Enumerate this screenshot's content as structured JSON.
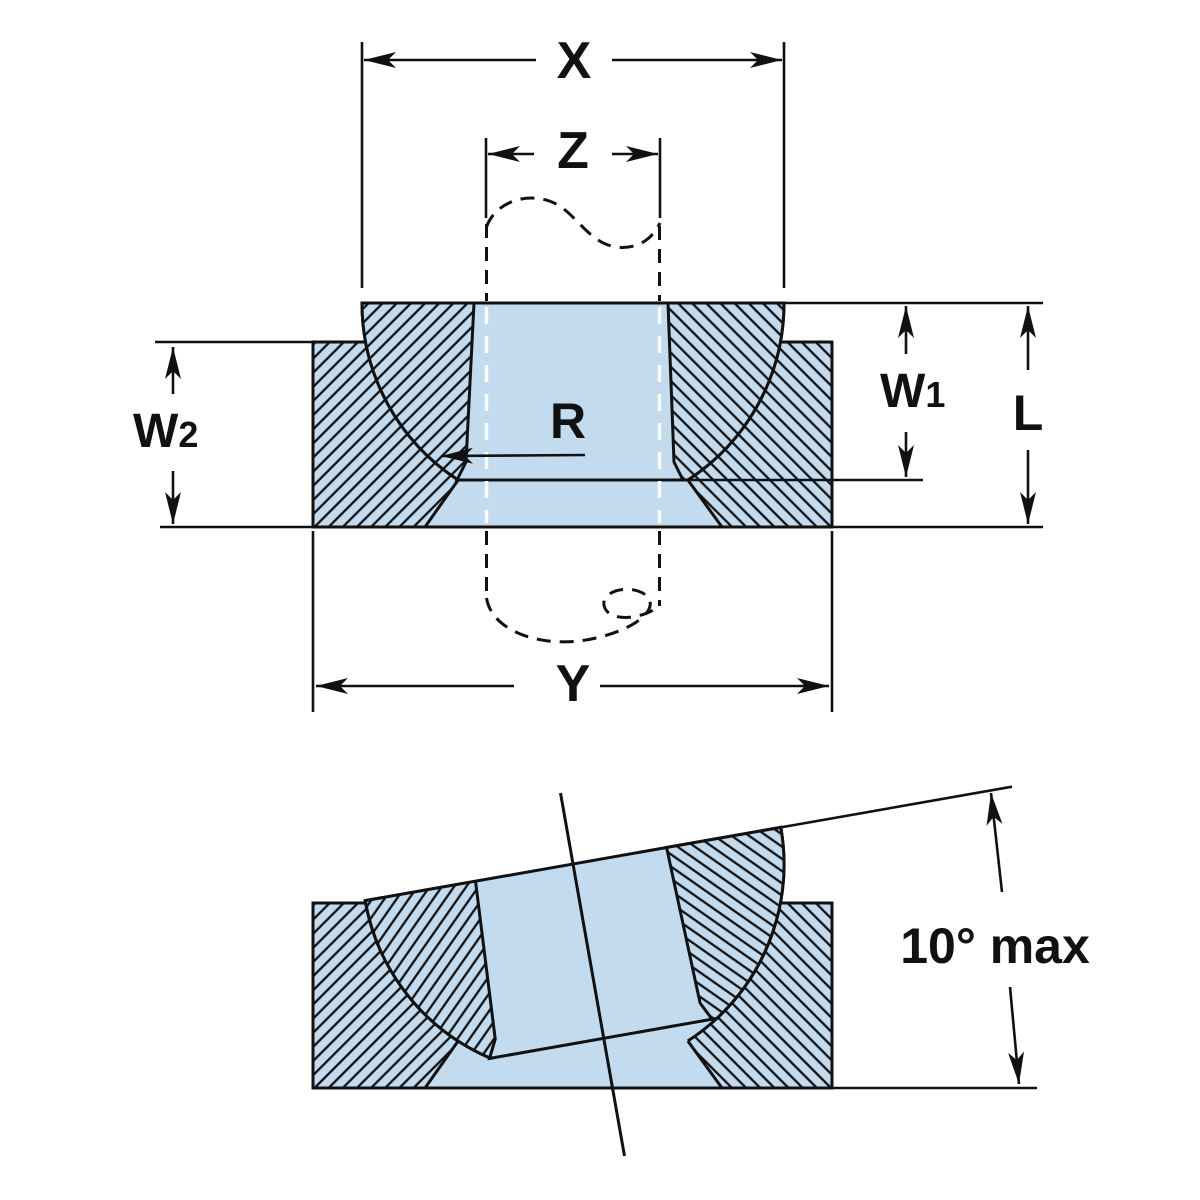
{
  "drawing": {
    "kind": "spherical-washer-and-seat cross-section, normal and tilted",
    "colors": {
      "part_fill": "#c2dbef",
      "line": "#111111",
      "background": "#ffffff"
    }
  },
  "dimensions": {
    "x": {
      "label": "X"
    },
    "z": {
      "label": "Z"
    },
    "y": {
      "label": "Y"
    },
    "r": {
      "label": "R"
    },
    "l": {
      "label": "L"
    },
    "w1": {
      "letter": "W",
      "digit": "1"
    },
    "w2": {
      "letter": "W",
      "digit": "2"
    },
    "tilt": {
      "label": "10° max"
    }
  }
}
